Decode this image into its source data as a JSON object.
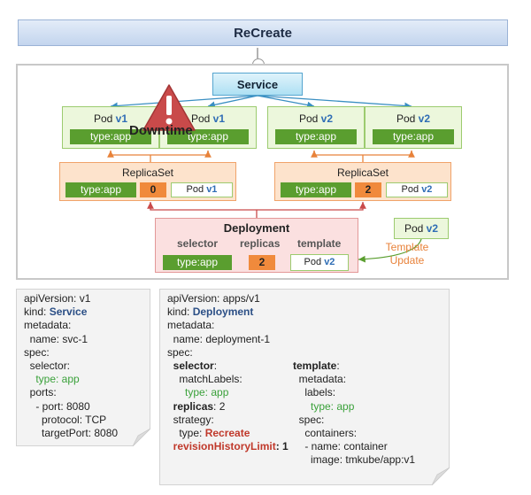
{
  "title": "ReCreate",
  "service": {
    "label": "Service"
  },
  "downtime": "Downtime",
  "pods": [
    {
      "name": "Pod",
      "version": "v1",
      "label": "type:app"
    },
    {
      "name": "Pod",
      "version": "v1",
      "label": "type:app"
    },
    {
      "name": "Pod",
      "version": "v2",
      "label": "type:app"
    },
    {
      "name": "Pod",
      "version": "v2",
      "label": "type:app"
    }
  ],
  "replicasets": [
    {
      "title": "ReplicaSet",
      "label": "type:app",
      "count": "0",
      "pod": "Pod",
      "version": "v1"
    },
    {
      "title": "ReplicaSet",
      "label": "type:app",
      "count": "2",
      "pod": "Pod",
      "version": "v2"
    }
  ],
  "deployment": {
    "title": "Deployment",
    "selector_head": "selector",
    "replicas_head": "replicas",
    "template_head": "template",
    "selector_value": "type:app",
    "replicas_value": "2",
    "template_pod": "Pod",
    "template_version": "v2"
  },
  "new_pod": {
    "name": "Pod",
    "version": "v2"
  },
  "template_update": {
    "line1": "Template",
    "line2": "Update"
  },
  "service_yaml": {
    "api_key": "apiVersion: ",
    "api_val": "v1",
    "kind_key": "kind: ",
    "kind_val": "Service",
    "metadata": "metadata:",
    "name_line": "  name: svc-1",
    "spec": "spec:",
    "selector": "  selector:",
    "selector_type": "    type: app",
    "ports": "  ports:",
    "port": "    - port: 8080",
    "protocol": "      protocol: TCP",
    "target": "      targetPort: 8080"
  },
  "deployment_yaml": {
    "api_line": "apiVersion: apps/v1",
    "kind_key": "kind: ",
    "kind_val": "Deployment",
    "metadata": "metadata:",
    "name_line": "  name: deployment-1",
    "spec": "spec:",
    "selector_key": "selector",
    "match_labels": "    matchLabels:",
    "match_type": "      type: app",
    "replicas_key": "replicas",
    "replicas_val": ": 2",
    "strategy": "  strategy:",
    "strategy_type_key": "    type: ",
    "strategy_type_val": "Recreate",
    "rhl_key": "revisionHistoryLimit",
    "rhl_val": ": 1",
    "template_key": "template",
    "t_metadata": "  metadata:",
    "t_labels": "    labels:",
    "t_type": "      type: app",
    "t_spec": "  spec:",
    "t_containers": "    containers:",
    "t_name": "    - name: container",
    "t_image": "      image: tmkube/app:v1"
  },
  "colors": {
    "pod_fill": "#ecf7dc",
    "label_green": "#5a9e2f",
    "replicaset_fill": "#fde3cc",
    "count_orange": "#f08a3c",
    "deployment_fill": "#fbe0e0",
    "service_fill": "#aee0f3",
    "warning_red": "#c94a4a",
    "version_blue": "#2f6db5"
  }
}
